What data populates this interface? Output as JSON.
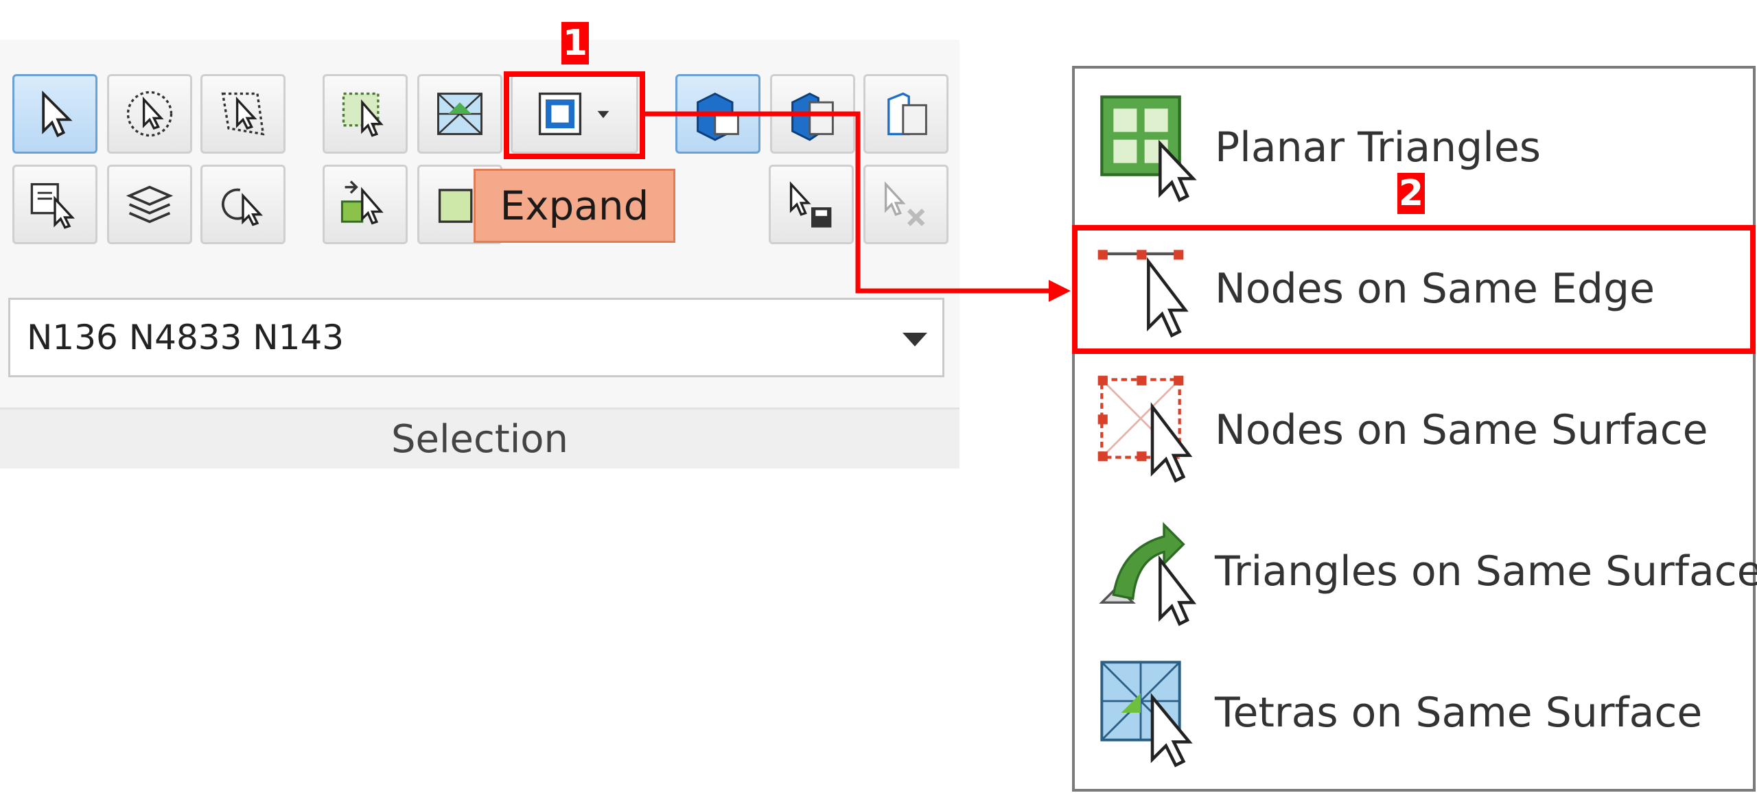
{
  "ribbon": {
    "selection_input_value": "N136 N4833 N143",
    "group_label": "Selection"
  },
  "tooltip": {
    "text": "Expand"
  },
  "callouts": {
    "step1": "1",
    "step2": "2"
  },
  "menu": {
    "items": [
      {
        "label": "Planar Triangles",
        "icon": "planar-triangles-icon"
      },
      {
        "label": "Nodes on Same Edge",
        "icon": "nodes-on-edge-icon",
        "highlighted": true
      },
      {
        "label": "Nodes on Same Surface",
        "icon": "nodes-on-surface-icon"
      },
      {
        "label": "Triangles on Same Surface",
        "icon": "triangles-on-surface-icon"
      },
      {
        "label": "Tetras on Same Surface",
        "icon": "tetras-on-surface-icon"
      }
    ]
  },
  "colors": {
    "highlight_red": "#ff0000",
    "tooltip_bg": "#f4a98b",
    "accent_blue": "#1e6fc9"
  }
}
